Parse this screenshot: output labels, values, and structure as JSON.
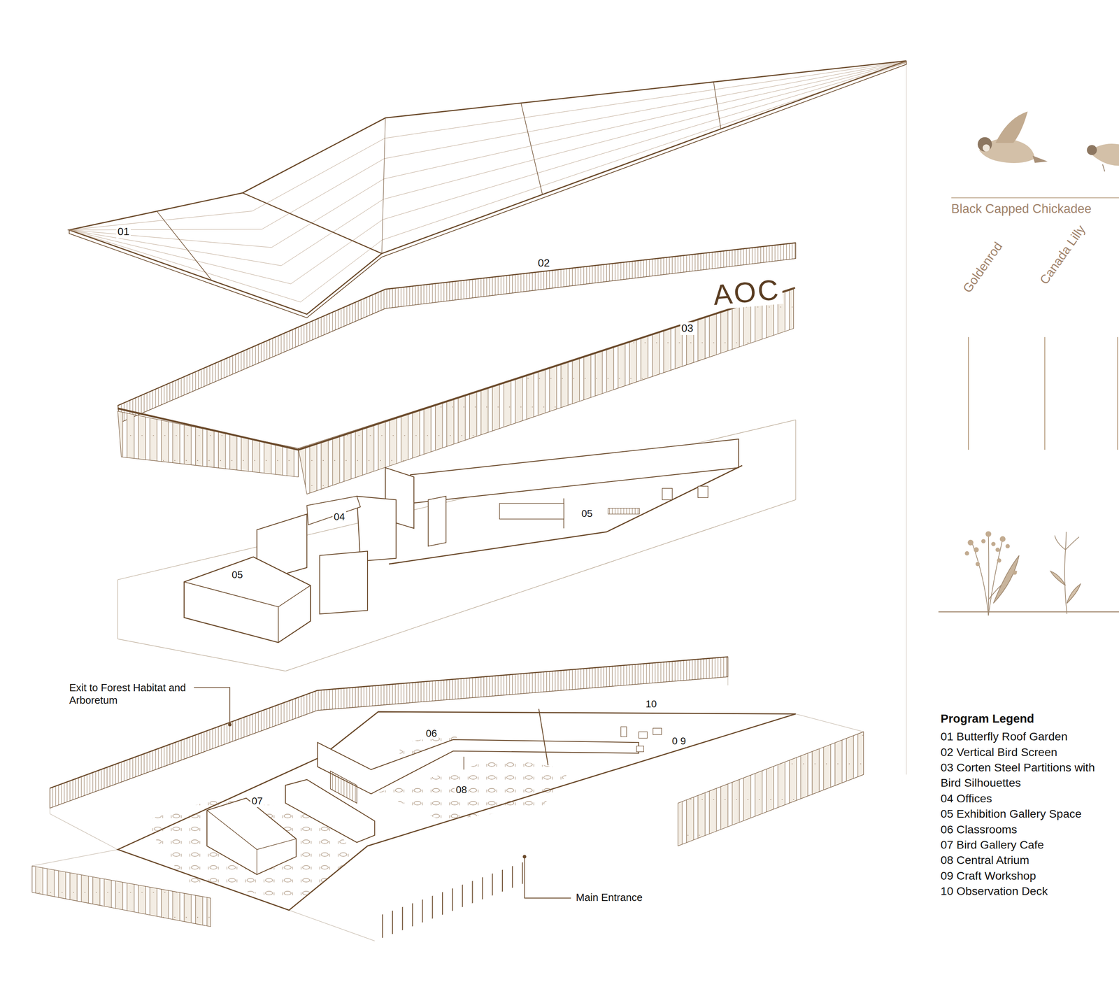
{
  "diagram": {
    "labels": [
      "01",
      "02",
      "AOC",
      "03",
      "04",
      "05",
      "05",
      "Exit to Forest Habitat and Arboretum",
      "10",
      "06",
      "0 9",
      "08",
      "07",
      "Main Entrance",
      "Black Capped Chickadee",
      "Goldenrod",
      "Canada Lilly",
      "Program Legend"
    ],
    "legend": [
      {
        "text": "01 Butterfly Roof Garden"
      },
      {
        "text": "02 Vertical Bird Screen"
      },
      {
        "text": "03 Corten Steel Partitions with Bird Silhouettes"
      },
      {
        "text": "04 Offices"
      },
      {
        "text": "05 Exhibition Gallery Space"
      },
      {
        "text": "06 Classrooms"
      },
      {
        "text": "07 Bird Gallery Cafe"
      },
      {
        "text": "08 Central Atrium"
      },
      {
        "text": "09 Craft Workshop"
      },
      {
        "text": "10 Observation Deck"
      }
    ]
  }
}
